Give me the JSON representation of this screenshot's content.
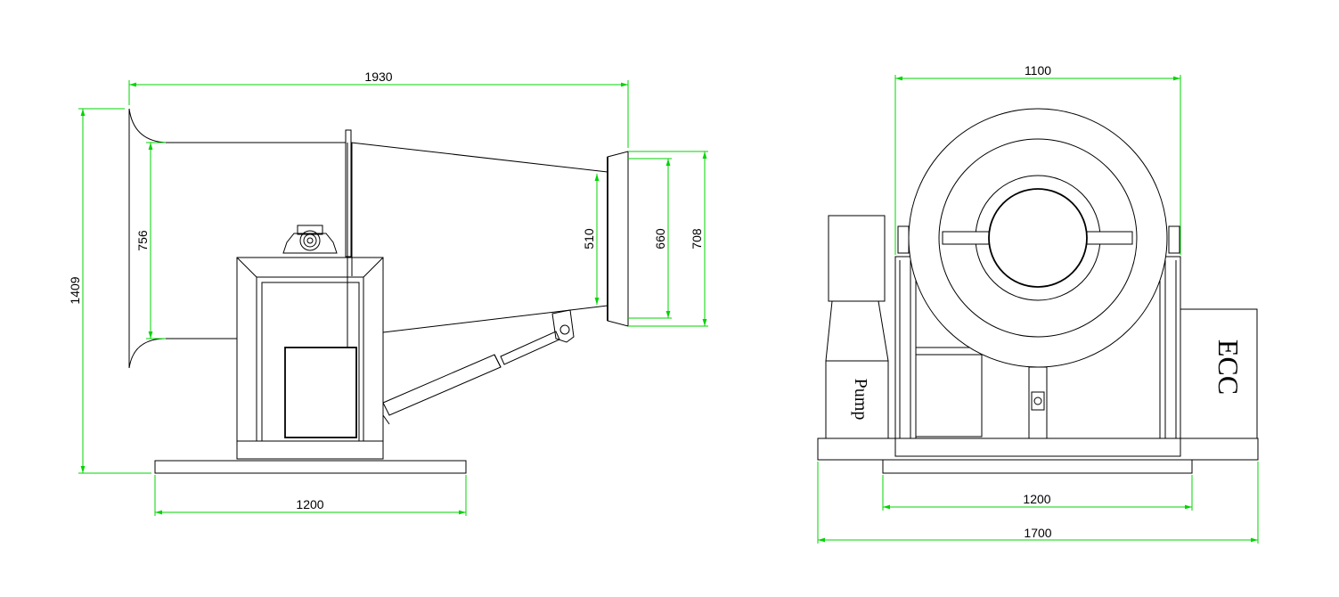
{
  "side_view": {
    "dims": {
      "overall_length": "1930",
      "overall_height": "1409",
      "inlet_diameter": "756",
      "outlet_inner": "510",
      "outlet_mid": "660",
      "outlet_outer": "708",
      "base_length": "1200"
    }
  },
  "front_view": {
    "dims": {
      "top_width": "1100",
      "base_width": "1200",
      "overall_width": "1700"
    },
    "labels": {
      "pump": "Pump",
      "control_box": "ECC"
    }
  },
  "colors": {
    "line": "#000000",
    "dimension": "#00d400",
    "background": "#ffffff"
  }
}
